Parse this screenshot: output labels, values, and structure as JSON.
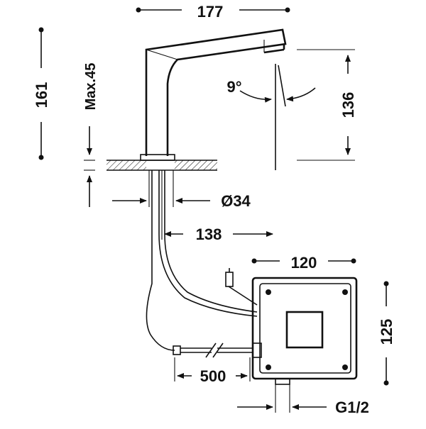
{
  "dimensions": {
    "width_top": "177",
    "height_total": "161",
    "max_thickness": "Max.45",
    "angle": "9°",
    "height_spout": "136",
    "diameter": "Ø34",
    "reach": "138",
    "box_width": "120",
    "box_height": "125",
    "cable_length": "500",
    "connection": "G1/2"
  },
  "colors": {
    "line": "#111111",
    "background": "#ffffff"
  }
}
